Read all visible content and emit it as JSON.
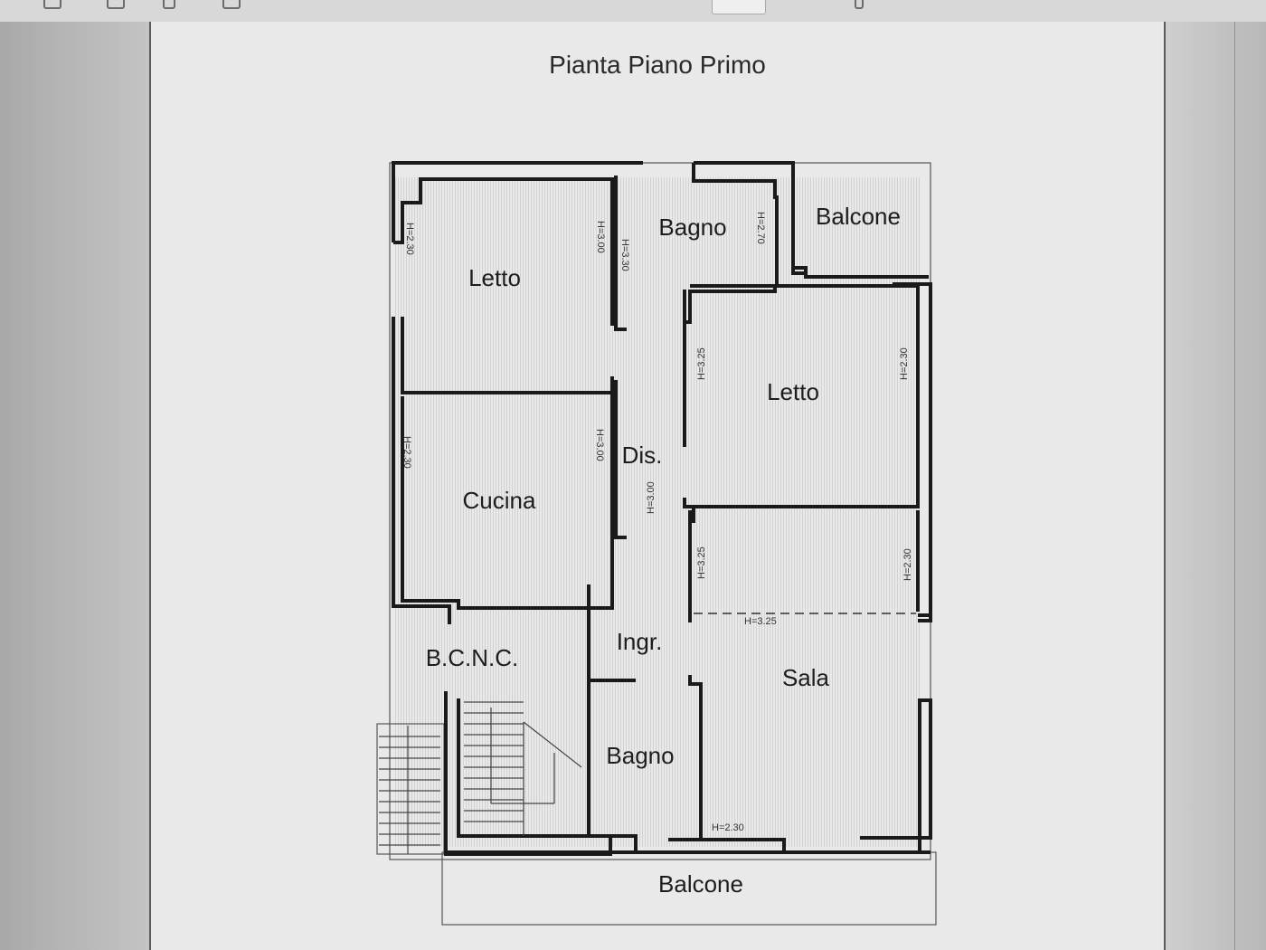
{
  "document": {
    "title": "Pianta Piano Primo"
  },
  "rooms": {
    "letto_1": "Letto",
    "bagno_1": "Bagno",
    "balcone_1": "Balcone",
    "letto_2": "Letto",
    "cucina": "Cucina",
    "dis": "Dis.",
    "bcnc": "B.C.N.C.",
    "ingr": "Ingr.",
    "sala": "Sala",
    "bagno_2": "Bagno",
    "balcone_2": "Balcone"
  },
  "heights": {
    "h1": "H=2.30",
    "h2": "H=3.00",
    "h3": "H=3.30",
    "h4": "H=2.70",
    "h5": "H=3.25",
    "h6": "H=2.30",
    "h7": "H=2.30",
    "h8": "H=3.00",
    "h9": "H=3.00",
    "h10": "H=3.25",
    "h11": "H=2.30",
    "h12": "H=3.25",
    "h13": "H=2.30"
  },
  "colors": {
    "wall": "#1a1a1a",
    "paper": "#e9e9e9"
  }
}
